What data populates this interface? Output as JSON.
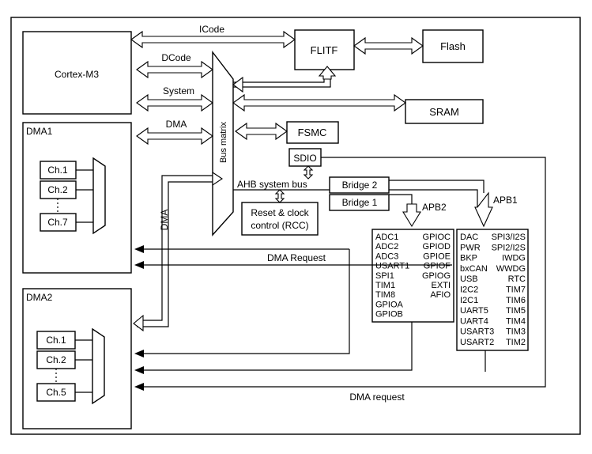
{
  "blocks": {
    "cortex": "Cortex-M3",
    "flitf": "FLITF",
    "flash": "Flash",
    "sram": "SRAM",
    "fsmc": "FSMC",
    "sdio": "SDIO",
    "bus_matrix": "Bus matrix",
    "dma1": "DMA1",
    "dma2": "DMA2",
    "bridge1": "Bridge  1",
    "bridge2": "Bridge  2",
    "rcc_line1": "Reset & clock",
    "rcc_line2": "control (RCC)"
  },
  "buses": {
    "icode": "ICode",
    "dcode": "DCode",
    "system": "System",
    "dma": "DMA",
    "dma_vertical": "DMA",
    "ahb": "AHB system bus",
    "apb1": "APB1",
    "apb2": "APB2",
    "dma_request_upper": "DMA Request",
    "dma_request_lower": "DMA request"
  },
  "dma1_channels": [
    "Ch.1",
    "Ch.2",
    "Ch.7"
  ],
  "dma2_channels": [
    "Ch.1",
    "Ch.2",
    "Ch.5"
  ],
  "apb2_col1": [
    "ADC1",
    "ADC2",
    "ADC3",
    "USART1",
    "SPI1",
    "TIM1",
    "TIM8",
    "GPIOA",
    "GPIOB"
  ],
  "apb2_col2": [
    "GPIOC",
    "GPIOD",
    "GPIOE",
    "GPIOF",
    "GPIOG",
    "EXTI",
    "AFIO"
  ],
  "apb1_col1": [
    "DAC",
    "PWR",
    "BKP",
    "bxCAN",
    "USB",
    "I2C2",
    "I2C1",
    "UART5",
    "UART4",
    "USART3",
    "USART2"
  ],
  "apb1_col2": [
    "SPI3/I2S",
    "SPI2/I2S",
    "IWDG",
    "WWDG",
    "RTC",
    "TIM7",
    "TIM6",
    "TIM5",
    "TIM4",
    "TIM3",
    "TIM2"
  ]
}
